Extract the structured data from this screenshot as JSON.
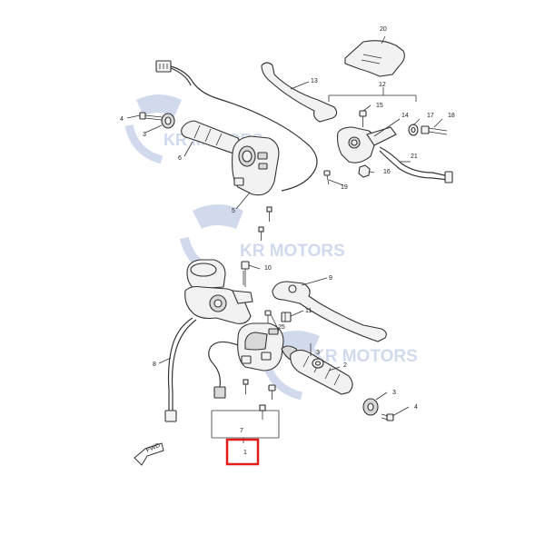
{
  "watermark": {
    "text": "KR MOTORS",
    "color": "#c9d4ea"
  },
  "direction_arrow": {
    "label": "FWD"
  },
  "callouts": [
    "1",
    "2",
    "3",
    "4",
    "5",
    "6",
    "7",
    "8",
    "9",
    "10",
    "11",
    "12",
    "13",
    "14",
    "15",
    "16",
    "17",
    "18",
    "19",
    "20",
    "21",
    "25"
  ],
  "highlight": {
    "part": "1",
    "color": "#e21b1b"
  }
}
